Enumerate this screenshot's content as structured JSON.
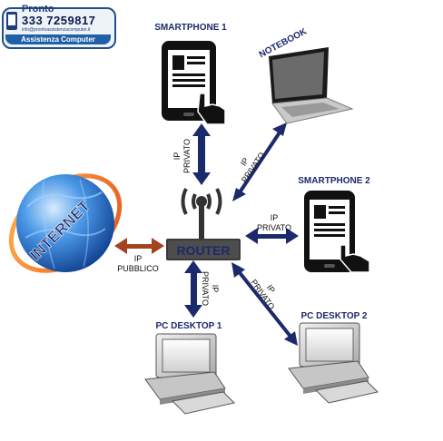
{
  "badge": {
    "brand": "Pronto",
    "phone": "333 7259817",
    "email": "info@prontoassistenzacomputer.it",
    "subtitle": "Assistenza Computer"
  },
  "devices": {
    "smartphone1": "SMARTPHONE 1",
    "notebook": "NOTEBOOK",
    "smartphone2": "SMARTPHONE 2",
    "pc1": "PC DESKTOP 1",
    "pc2": "PC DESKTOP 2",
    "router": "ROUTER",
    "internet": "INTERNET"
  },
  "links": {
    "ip_line1": "IP",
    "privato": "PRIVATO",
    "pubblico": "PUBBLICO"
  },
  "colors": {
    "private_arrow": "#1b2a6b",
    "public_arrow": "#a3441f",
    "device_label": "#1b2a6b",
    "globe": "#2f7fd6",
    "internet_text": "#c4321b"
  }
}
